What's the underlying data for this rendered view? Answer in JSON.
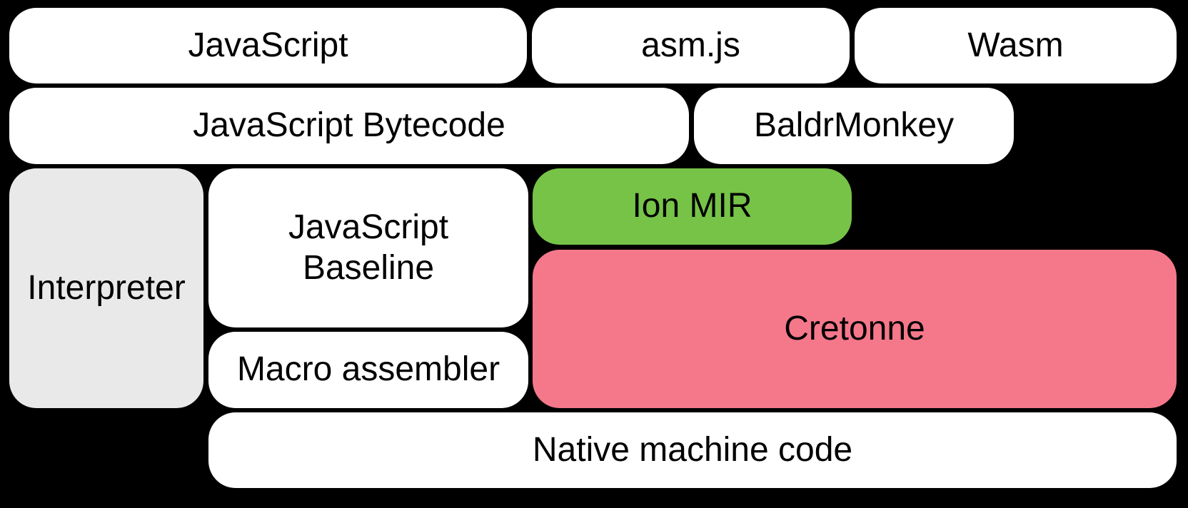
{
  "diagram": {
    "background_color": "#000000",
    "text_color": "#000000",
    "nodes": {
      "javascript": {
        "label": "JavaScript",
        "color": "#ffffff"
      },
      "asm_js": {
        "label": "asm.js",
        "color": "#ffffff"
      },
      "wasm": {
        "label": "Wasm",
        "color": "#ffffff"
      },
      "javascript_bytecode": {
        "label": "JavaScript Bytecode",
        "color": "#ffffff"
      },
      "baldrmonkey": {
        "label": "BaldrMonkey",
        "color": "#ffffff"
      },
      "interpreter": {
        "label": "Interpreter",
        "color": "#e9e9e9"
      },
      "javascript_baseline": {
        "label": "JavaScript Baseline",
        "color": "#ffffff"
      },
      "ion_mir": {
        "label": "Ion MIR",
        "color": "#76c348"
      },
      "cretonne": {
        "label": "Cretonne",
        "color": "#f5788a"
      },
      "macro_assembler": {
        "label": "Macro assembler",
        "color": "#ffffff"
      },
      "native_machine_code": {
        "label": "Native machine code",
        "color": "#ffffff"
      }
    }
  }
}
